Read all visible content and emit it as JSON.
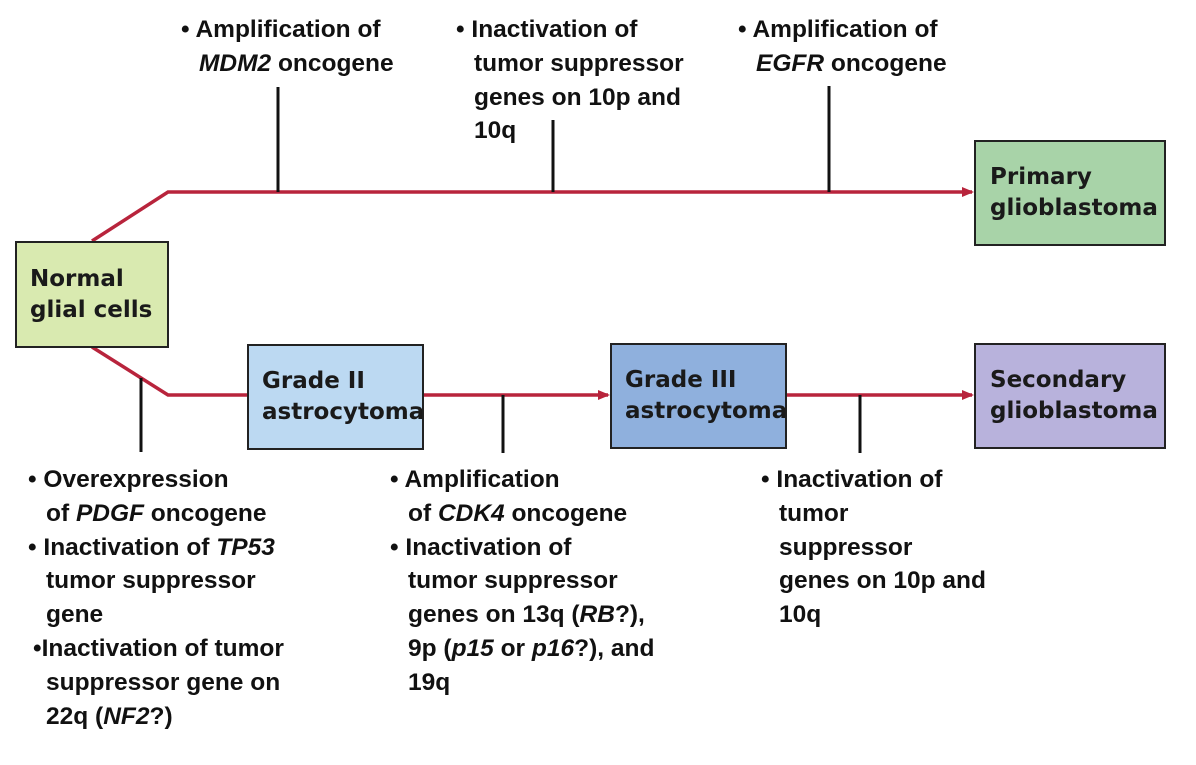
{
  "colors": {
    "arrow": "#b8243c",
    "tick": "#111111",
    "normal_fill": "#d9eab0",
    "grade2_fill": "#bcd9f2",
    "grade3_fill": "#8fb0dd",
    "primary_fill": "#a8d3a8",
    "secondary_fill": "#b8b2dc"
  },
  "boxes": {
    "normal": [
      "Normal",
      "glial cells"
    ],
    "grade2": [
      "Grade II",
      "astrocytoma"
    ],
    "grade3": [
      "Grade III",
      "astrocytoma"
    ],
    "primary": [
      "Primary",
      "glioblastoma"
    ],
    "secondary": [
      "Secondary",
      "glioblastoma"
    ]
  },
  "notes": {
    "mdm2": [
      [
        "• Amplification of"
      ],
      [
        "MDM2",
        " oncogene"
      ]
    ],
    "tsg_top": [
      [
        "• Inactivation of"
      ],
      [
        "tumor suppressor"
      ],
      [
        "genes on 10p and"
      ],
      [
        "10q"
      ]
    ],
    "egfr": [
      [
        "• Amplification of"
      ],
      [
        "EGFR",
        " oncogene"
      ]
    ],
    "pdgf": [
      [
        "• Overexpression"
      ],
      [
        "of ",
        "PDGF",
        " oncogene"
      ],
      [
        "• Inactivation of ",
        "TP53"
      ],
      [
        "tumor suppressor"
      ],
      [
        "gene"
      ],
      [
        "•Inactivation of tumor"
      ],
      [
        "suppressor gene on"
      ],
      [
        "22q (",
        "NF2",
        "?)"
      ]
    ],
    "cdk4": [
      [
        "• Amplification"
      ],
      [
        "of ",
        "CDK4",
        " oncogene"
      ],
      [
        "• Inactivation of"
      ],
      [
        "tumor suppressor"
      ],
      [
        "genes on 13q (",
        "RB",
        "?),"
      ],
      [
        "9p (",
        "p15",
        " or ",
        "p16",
        "?), and"
      ],
      [
        "19q"
      ]
    ],
    "tsg_bottom": [
      [
        "• Inactivation of"
      ],
      [
        "tumor"
      ],
      [
        "suppressor"
      ],
      [
        "genes on 10p and"
      ],
      [
        "10q"
      ]
    ]
  }
}
